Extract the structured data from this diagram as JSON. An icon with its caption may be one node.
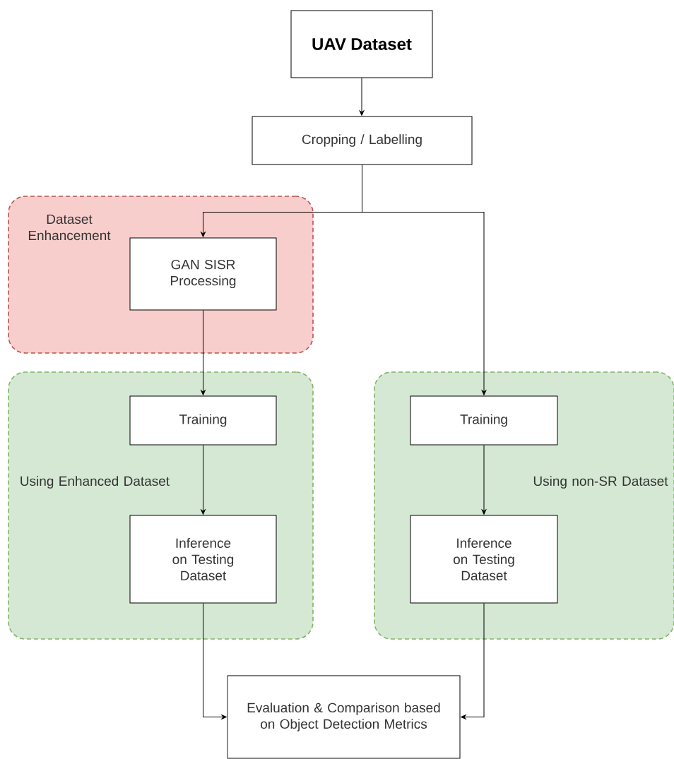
{
  "diagram": {
    "nodes": [
      {
        "text": [
          "UAV Dataset"
        ]
      },
      {
        "text": [
          "Cropping / Labelling"
        ]
      },
      {
        "text": [
          "Dataset Enhancement"
        ]
      },
      {
        "text": [
          "GAN SISR Processing"
        ],
        "in": 2
      },
      {
        "text": [
          "Using Enhanced Dataset"
        ]
      },
      {
        "text": [
          "Training"
        ],
        "in": 4
      },
      {
        "text": [
          "Inference on Testing Dataset"
        ],
        "in": 4
      },
      {
        "text": [
          "Using non-SR Dataset"
        ]
      },
      {
        "text": [
          "Training"
        ],
        "in": 7
      },
      {
        "text": [
          "Inference on Testing Dataset"
        ],
        "in": 7
      },
      {
        "text": [
          "Evaluation & Comparison based on Object Detection Metrics"
        ]
      }
    ],
    "edges": [
      {
        "from": 0,
        "to": 1,
        "arrow": "to"
      },
      {
        "from": 1,
        "to": 3,
        "arrow": "to"
      },
      {
        "from": 1,
        "to": 8,
        "arrow": "to"
      },
      {
        "from": 3,
        "to": 5,
        "arrow": "to"
      },
      {
        "from": 5,
        "to": 6,
        "arrow": "to"
      },
      {
        "from": 8,
        "to": 9,
        "arrow": "to"
      },
      {
        "from": 6,
        "to": 10,
        "arrow": "to"
      },
      {
        "from": 9,
        "to": 10,
        "arrow": "to"
      }
    ]
  }
}
